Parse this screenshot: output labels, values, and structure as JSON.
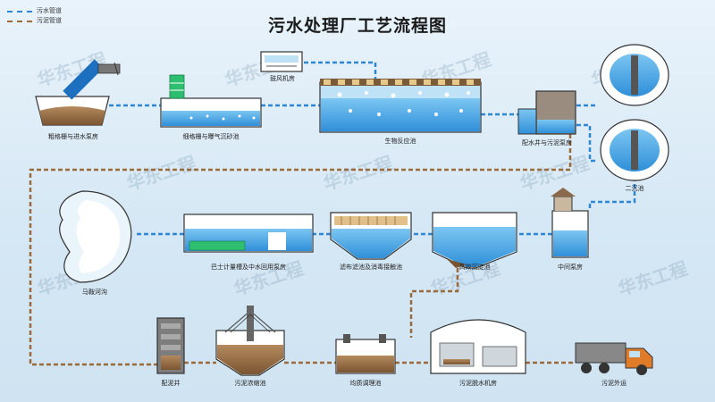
{
  "title": "污水处理厂工艺流程图",
  "legend": {
    "water_label": "污水管道",
    "sludge_label": "污泥管道"
  },
  "watermark": "华东工程",
  "colors": {
    "water_pipe": "#2e86d6",
    "sludge_pipe": "#9a6a3b",
    "water": "#3fa0e0",
    "tank": "#ffffff"
  },
  "nodes": {
    "coarse_screen": "粗格栅与进水泵房",
    "fine_screen": "细格栅与曝气沉砂池",
    "blower": "鼓风机房",
    "bio_tank": "生物反应池",
    "distribution": "配水井与污泥泵房",
    "secondary": "二沉池",
    "intermediate": "中间泵房",
    "high_eff": "高效沉淀池",
    "filter": "滤布滤池及消毒接触池",
    "parshall": "巴士计量槽及中水回用泵房",
    "river": "马鞍河沟",
    "sludge_well": "配泥井",
    "thickener": "污泥浓缩池",
    "balance": "均质调理池",
    "dewater": "污泥脱水机房",
    "outbound": "污泥外运"
  }
}
